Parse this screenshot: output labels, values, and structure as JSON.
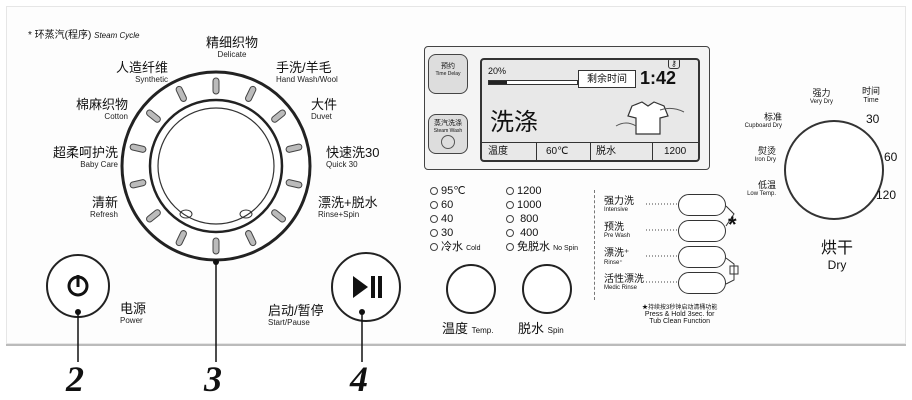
{
  "steam_cycle_label": "* 环蒸汽(程序)",
  "steam_cycle_en": "Steam Cycle",
  "programs": [
    {
      "cn": "精细织物",
      "en": "Delicate"
    },
    {
      "cn": "手洗/羊毛",
      "en": "Hand Wash/Wool"
    },
    {
      "cn": "大件",
      "en": "Duvet"
    },
    {
      "cn": "快速洗30",
      "en": "Quick 30"
    },
    {
      "cn": "漂洗+脱水",
      "en": "Rinse+Spin"
    },
    {
      "cn": "人造纤维",
      "en": "Synthetic"
    },
    {
      "cn": "棉麻织物",
      "en": "Cotton"
    },
    {
      "cn": "超柔呵护洗",
      "en": "Baby Care"
    },
    {
      "cn": "清新",
      "en": "Refresh"
    }
  ],
  "power": {
    "cn": "电源",
    "en": "Power",
    "icon": "power-icon"
  },
  "start": {
    "cn": "启动/暂停",
    "en": "Start/Pause",
    "icon": "play-pause-icon"
  },
  "callouts": [
    "2",
    "3",
    "4"
  ],
  "left_buttons": [
    {
      "cn": "预约",
      "en": "Time Delay"
    },
    {
      "cn": "蒸汽洗涤",
      "en": "Steam Wash"
    }
  ],
  "display": {
    "percent": "20%",
    "remaining_label": "剩余时间",
    "time": "1:42",
    "status": "洗涤",
    "temp_label": "温度",
    "temp_value": "60℃",
    "spin_label": "脱水",
    "spin_value": "1200",
    "progress": 0.2
  },
  "temps": [
    {
      "label": "95℃"
    },
    {
      "label": "60"
    },
    {
      "label": "40"
    },
    {
      "label": "30"
    },
    {
      "label": "冷水",
      "en": "Cold"
    }
  ],
  "spins": [
    {
      "label": "1200"
    },
    {
      "label": "1000"
    },
    {
      "label": "800"
    },
    {
      "label": "400"
    },
    {
      "label": "免脱水",
      "en": "No Spin"
    }
  ],
  "temp_knob": {
    "cn": "温度",
    "en": "Temp."
  },
  "spin_knob": {
    "cn": "脱水",
    "en": "Spin"
  },
  "options": [
    {
      "cn": "强力洗",
      "en": "Intensive"
    },
    {
      "cn": "预洗",
      "en": "Pre Wash"
    },
    {
      "cn": "漂洗⁺",
      "en": "Rinse⁺"
    },
    {
      "cn": "活性漂洗",
      "en": "Medic Rinse"
    }
  ],
  "asterisk": "*",
  "tub_clean": {
    "cn": "★持续按3秒钟启动清桶功能",
    "en1": "Press & Hold 3sec. for",
    "en2": "Tub Clean Function"
  },
  "dry": {
    "cn": "烘干",
    "en": "Dry",
    "levels": [
      {
        "cn": "强力",
        "en": "Very Dry"
      },
      {
        "cn": "标准",
        "en": "Cupboard Dry"
      },
      {
        "cn": "熨烫",
        "en": "Iron Dry"
      },
      {
        "cn": "低温",
        "en": "Low Temp."
      }
    ],
    "time_cn": "时间",
    "time_en": "Time",
    "times": [
      "30",
      "60",
      "120"
    ]
  }
}
